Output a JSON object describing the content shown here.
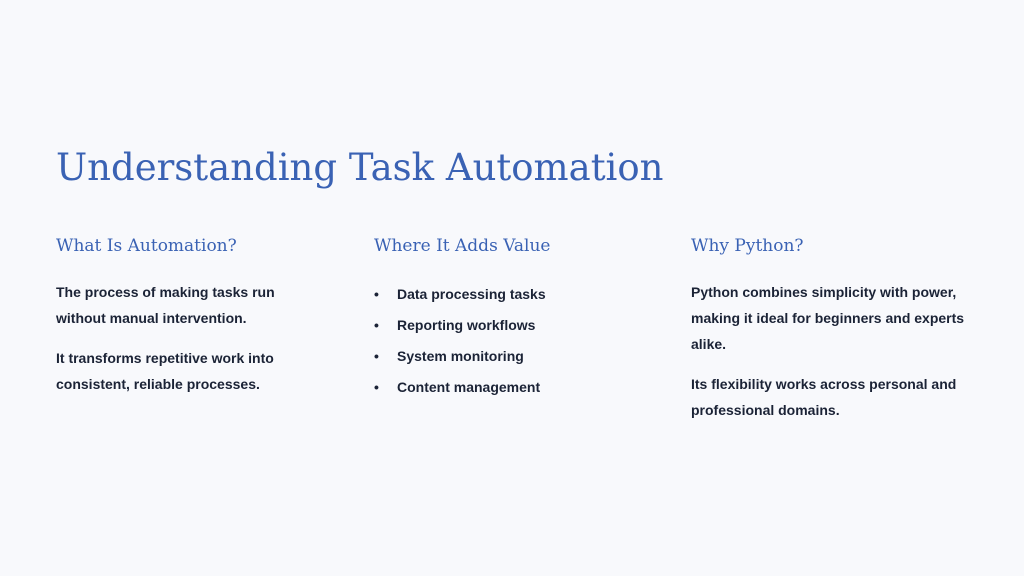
{
  "slide": {
    "title": "Understanding Task Automation"
  },
  "columns": {
    "what": {
      "heading": "What Is Automation?",
      "paragraphs": [
        "The process of making tasks run without manual intervention.",
        "It transforms repetitive work into consistent, reliable processes."
      ]
    },
    "where": {
      "heading": "Where It Adds Value",
      "bullet_symbol": "•",
      "items": [
        "Data processing tasks",
        "Reporting workflows",
        "System monitoring",
        "Content management"
      ]
    },
    "why": {
      "heading": "Why Python?",
      "paragraphs": [
        "Python combines simplicity with power, making it ideal for beginners and experts alike.",
        "Its flexibility works across personal and professional domains."
      ]
    }
  },
  "colors": {
    "background": "#f8f9fc",
    "accent": "#3a62b4",
    "body_text": "#1b2336"
  }
}
